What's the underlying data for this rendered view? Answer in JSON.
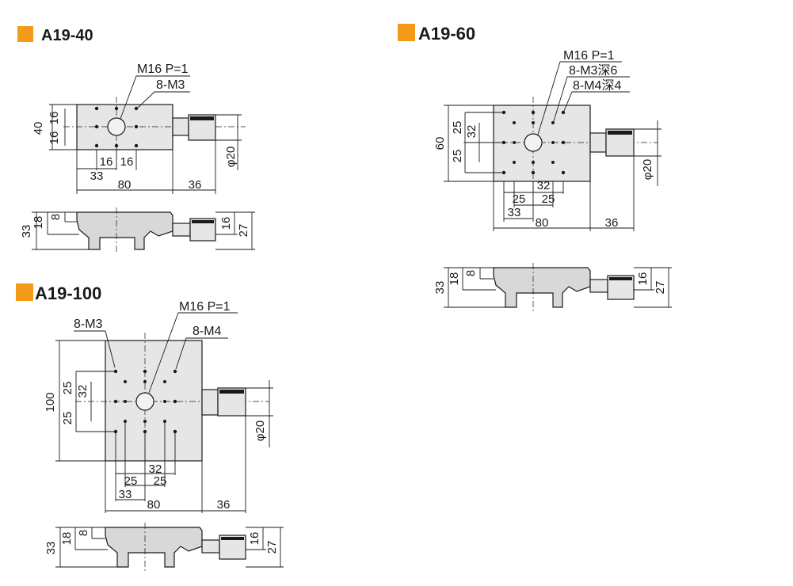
{
  "sections": [
    {
      "title": "A19-40",
      "callouts": [
        "M16 P=1",
        "8-M3"
      ],
      "dims": {
        "height": "40",
        "sixteen_a": "16",
        "sixteen_b": "16",
        "sixteen_c": "16",
        "sixteen_d": "16",
        "off_33": "33",
        "width": "80",
        "knob_len": "36",
        "knob_dia": "φ20",
        "side_33": "33",
        "side_18": "18",
        "side_8": "8",
        "side_16": "16",
        "side_27": "27"
      }
    },
    {
      "title": "A19-60",
      "callouts": [
        "M16 P=1",
        "8-M3深6",
        "8-M4深4"
      ],
      "dims": {
        "height": "60",
        "v25a": "25",
        "v32": "32",
        "v25b": "25",
        "h32": "32",
        "h25a": "25",
        "h25b": "25",
        "off_33": "33",
        "width": "80",
        "knob_len": "36",
        "knob_dia": "φ20",
        "side_33": "33",
        "side_18": "18",
        "side_8": "8",
        "side_16": "16",
        "side_27": "27"
      }
    },
    {
      "title": "A19-100",
      "callouts": [
        "M16 P=1",
        "8-M3",
        "8-M4"
      ],
      "dims": {
        "height": "100",
        "v25a": "25",
        "v32": "32",
        "v25b": "25",
        "h32": "32",
        "h25a": "25",
        "h25b": "25",
        "off_33": "33",
        "width": "80",
        "knob_len": "36",
        "knob_dia": "φ20",
        "side_33": "33",
        "side_18": "18",
        "side_8": "8",
        "side_16": "16",
        "side_27": "27"
      }
    }
  ],
  "colors": {
    "swatch": "#f39a1b",
    "plate": "#e6e6e6",
    "ink": "#1a1a1a"
  }
}
